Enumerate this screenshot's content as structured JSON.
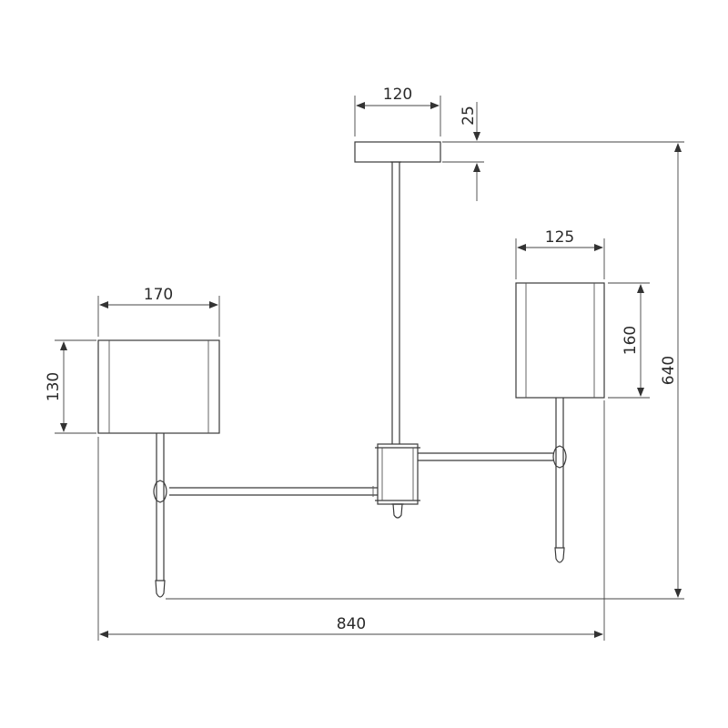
{
  "drawing": {
    "dimensions": {
      "canopy_width": "120",
      "canopy_height": "25",
      "left_shade_width": "170",
      "left_shade_height": "130",
      "right_shade_width": "125",
      "right_shade_height": "160",
      "total_height": "640",
      "total_width": "840"
    },
    "colors": {
      "line": "#3a3a3a",
      "background": "#ffffff"
    }
  }
}
